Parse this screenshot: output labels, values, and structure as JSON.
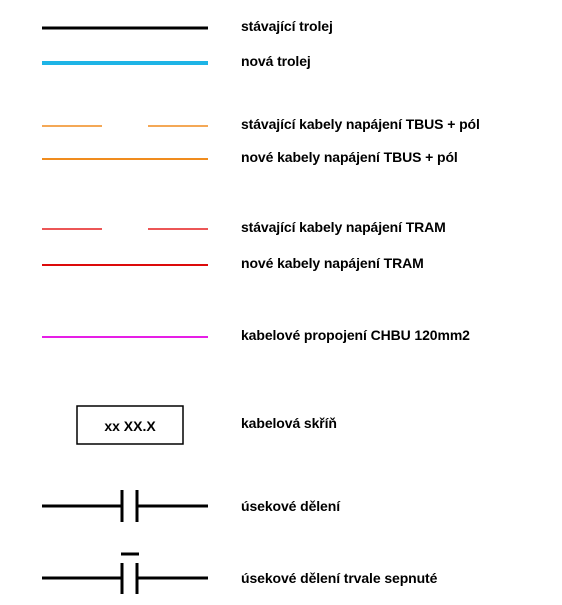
{
  "legend": {
    "items": [
      {
        "symbol": "solid-line",
        "color": "#000000",
        "label": "stávající trolej"
      },
      {
        "symbol": "solid-line",
        "color": "#1EB4E6",
        "label": "nová trolej"
      },
      {
        "symbol": "dashed-line",
        "color": "#F08C1E",
        "label": "stávající kabely napájení TBUS  + pól"
      },
      {
        "symbol": "solid-line",
        "color": "#F08C1E",
        "label": "nové kabely napájení TBUS  + pól"
      },
      {
        "symbol": "dashed-line",
        "color": "#E61E1E",
        "label": "stávající kabely napájení TRAM"
      },
      {
        "symbol": "solid-line",
        "color": "#DC0A0A",
        "label": "nové kabely napájení TRAM"
      },
      {
        "symbol": "solid-line",
        "color": "#E61EE6",
        "label": "kabelové propojení CHBU 120mm2"
      },
      {
        "symbol": "box",
        "color": "#000000",
        "box_text": "xx XX.X",
        "label": "kabelová skříň"
      },
      {
        "symbol": "section-divider",
        "color": "#000000",
        "label": "úsekové dělení"
      },
      {
        "symbol": "section-divider-closed",
        "color": "#000000",
        "label": "úsekové dělení trvale sepnuté"
      }
    ]
  }
}
